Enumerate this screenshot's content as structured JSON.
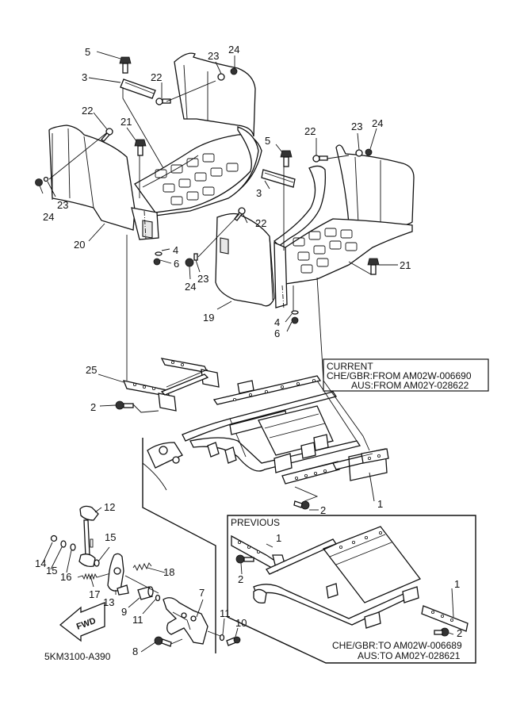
{
  "diagram": {
    "title_code": "5KM3100-A390",
    "fwd_arrow_label": "FWD",
    "callouts": [
      {
        "id": "c5a",
        "label": "5"
      },
      {
        "id": "c3a",
        "label": "3"
      },
      {
        "id": "c22a",
        "label": "22"
      },
      {
        "id": "c23a",
        "label": "23"
      },
      {
        "id": "c24a",
        "label": "24"
      },
      {
        "id": "c22b",
        "label": "22"
      },
      {
        "id": "c21a",
        "label": "21"
      },
      {
        "id": "c24b",
        "label": "24"
      },
      {
        "id": "c23b",
        "label": "23"
      },
      {
        "id": "c20",
        "label": "20"
      },
      {
        "id": "c4a",
        "label": "4"
      },
      {
        "id": "c6a",
        "label": "6"
      },
      {
        "id": "c23c",
        "label": "23"
      },
      {
        "id": "c24c",
        "label": "24"
      },
      {
        "id": "c22c",
        "label": "22"
      },
      {
        "id": "c5b",
        "label": "5"
      },
      {
        "id": "c3b",
        "label": "3"
      },
      {
        "id": "c23d",
        "label": "23"
      },
      {
        "id": "c24d",
        "label": "24"
      },
      {
        "id": "c22d",
        "label": "22"
      },
      {
        "id": "c21b",
        "label": "21"
      },
      {
        "id": "c19",
        "label": "19"
      },
      {
        "id": "c4b",
        "label": "4"
      },
      {
        "id": "c6b",
        "label": "6"
      },
      {
        "id": "c25",
        "label": "25"
      },
      {
        "id": "c2a",
        "label": "2"
      },
      {
        "id": "c1a",
        "label": "1"
      },
      {
        "id": "c2b",
        "label": "2"
      },
      {
        "id": "c12",
        "label": "12"
      },
      {
        "id": "c14",
        "label": "14"
      },
      {
        "id": "c15a",
        "label": "15"
      },
      {
        "id": "c16",
        "label": "16"
      },
      {
        "id": "c15b",
        "label": "15"
      },
      {
        "id": "c17",
        "label": "17"
      },
      {
        "id": "c13",
        "label": "13"
      },
      {
        "id": "c18",
        "label": "18"
      },
      {
        "id": "c9",
        "label": "9"
      },
      {
        "id": "c11a",
        "label": "11"
      },
      {
        "id": "c7",
        "label": "7"
      },
      {
        "id": "c11b",
        "label": "11"
      },
      {
        "id": "c10",
        "label": "10"
      },
      {
        "id": "c8",
        "label": "8"
      },
      {
        "id": "c1b",
        "label": "1"
      },
      {
        "id": "c2c",
        "label": "2"
      },
      {
        "id": "c1c",
        "label": "1"
      },
      {
        "id": "c2d",
        "label": "2"
      }
    ],
    "current_box": {
      "heading": "CURRENT",
      "line1": "CHE/GBR:FROM AM02W-006690",
      "line2": "AUS:FROM AM02Y-028622"
    },
    "previous_box": {
      "heading": "PREVIOUS",
      "line1": "CHE/GBR:TO AM02W-006689",
      "line2": "AUS:TO AM02Y-028621"
    }
  }
}
